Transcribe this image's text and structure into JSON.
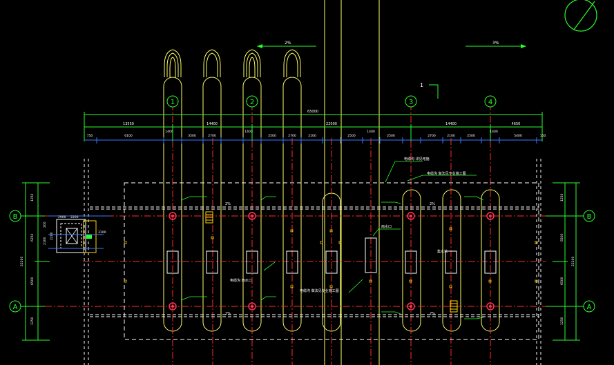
{
  "colors": {
    "background": "#000000",
    "structure": "#ffff66",
    "axis_line": "#ff2a2a",
    "dimension": "#2aff2a",
    "column_outline": "#ffffff",
    "annotation": "#ffffff",
    "blue_dim": "#3a7aff",
    "marker": "#ff3355",
    "accent": "#ffd700"
  },
  "north_arrow": {
    "icon": "north-arrow-icon"
  },
  "slopes": {
    "left": "2%",
    "right": "3%"
  },
  "section_mark": "1",
  "grid_axes": {
    "vertical": [
      "1",
      "2",
      "3",
      "4"
    ],
    "horizontal": [
      "B",
      "A"
    ]
  },
  "dims": {
    "overall": "65000",
    "row1": [
      "13550",
      "14400",
      "22000",
      "14400",
      "4650"
    ],
    "row2": [
      "750",
      "6100",
      "1400",
      "3500",
      "2700",
      "1400",
      "2500",
      "2700",
      "2100",
      "2500",
      "1400",
      "2500",
      "2700",
      "2100",
      "2500",
      "1400",
      "5400",
      "150"
    ],
    "left_vertical": [
      "1250",
      "6250",
      "6500",
      "1250"
    ],
    "left_total": "22200",
    "right_vertical": [
      "1250",
      "6500",
      "6500",
      "1250"
    ],
    "right_total": "22200"
  },
  "notes": {
    "top_a": "电缆沟 详见电施",
    "top_b": "电缆沟 做法见专业施工图",
    "mid_left": "雨水口",
    "mid_center": "电缆沟 雨水口",
    "bottom_center": "电缆沟 做法见专业施工图",
    "pit_label": "集水坑",
    "flag_b": "2%",
    "flag_a": "2%"
  },
  "inset_labels": [
    "2900",
    "2200",
    "200",
    "2100",
    "2200",
    "3100"
  ]
}
